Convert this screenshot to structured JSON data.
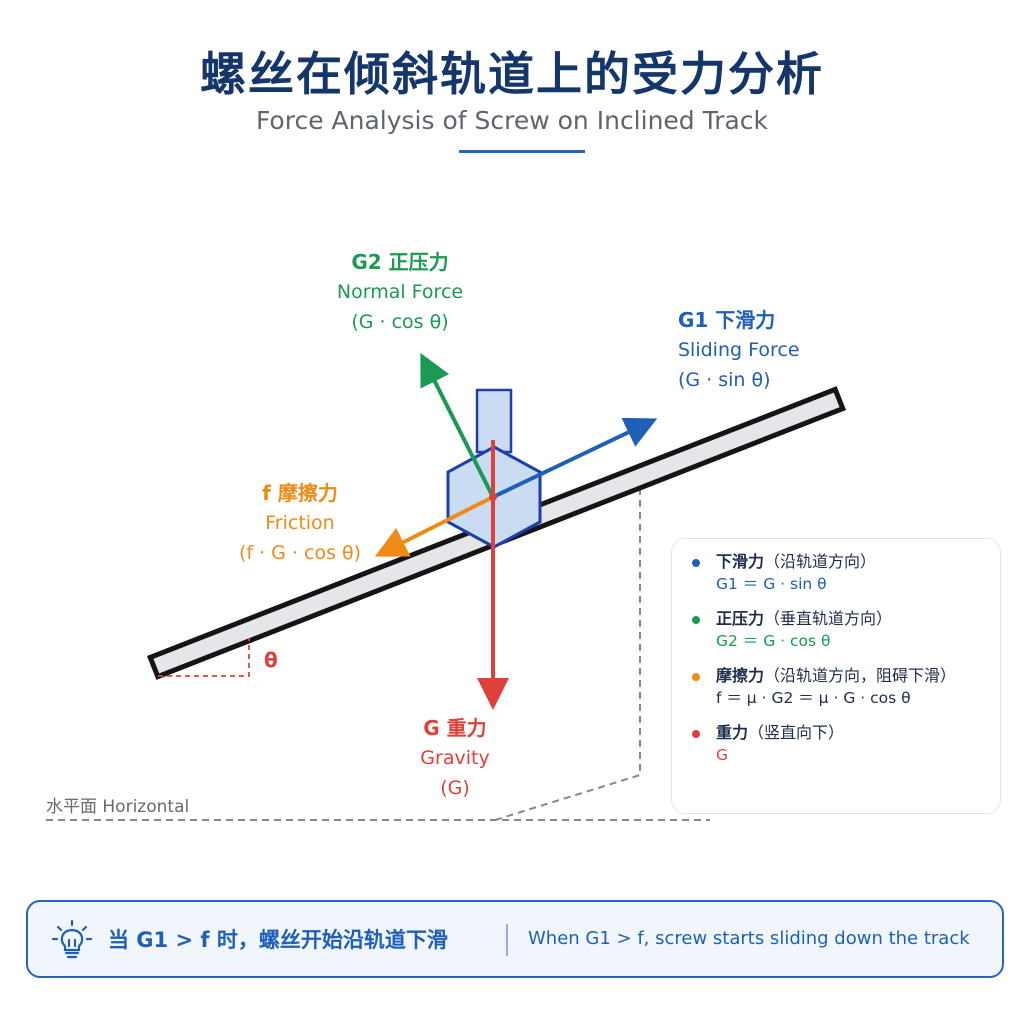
{
  "header": {
    "title": "螺丝在倾斜轨道上的受力分析",
    "subtitle": "Force Analysis of Screw on Inclined Track"
  },
  "diagram": {
    "angle_symbol": "θ",
    "horizontal_label": "水平面 Horizontal",
    "forces": {
      "normal": {
        "title": "G2 正压力",
        "en": "Normal Force",
        "formula": "(G · cos θ)",
        "color": "#1a9a53"
      },
      "sliding": {
        "title": "G1 下滑力",
        "en": "Sliding Force",
        "formula": "(G · sin θ)",
        "color": "#1f5fb7"
      },
      "friction": {
        "title": "f 摩擦力",
        "en": "Friction",
        "formula": "(f · G · cos θ)",
        "color": "#ef8a17"
      },
      "gravity": {
        "title": "G 重力",
        "en": "Gravity",
        "formula": "(G)",
        "color": "#e0403a"
      }
    }
  },
  "legend": {
    "items": [
      {
        "name": "下滑力",
        "desc": "（沿轨道方向）",
        "formula": "G1 ＝ G · sin θ",
        "color": "#1f5fb7"
      },
      {
        "name": "正压力",
        "desc": "（垂直轨道方向）",
        "formula": "G2 ＝ G · cos θ",
        "color": "#1a9a53"
      },
      {
        "name": "摩擦力",
        "desc": "（沿轨道方向，阻碍下滑）",
        "formula": "f ＝ μ · G2 ＝ μ · G · cos θ",
        "color": "#ef8a17"
      },
      {
        "name": "重力",
        "desc": "（竖直向下）",
        "formula": "G",
        "color": "#e0403a"
      }
    ]
  },
  "footer": {
    "icon": "lightbulb-icon",
    "text_zh": "当 G1 > f 时，螺丝开始沿轨道下滑",
    "text_en": "When G1 > f, screw starts sliding down the track"
  }
}
